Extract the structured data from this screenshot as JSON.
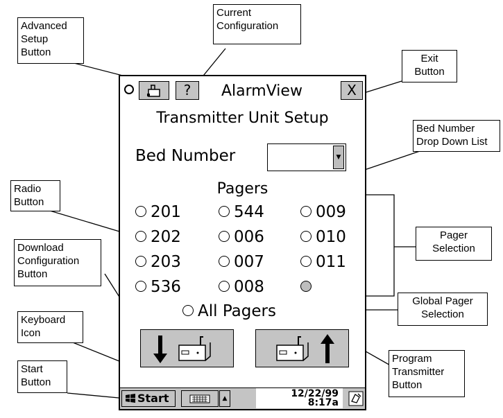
{
  "callouts": {
    "advanced_setup": [
      "Advanced",
      "Setup",
      "Button"
    ],
    "current_config": [
      "Current",
      "Configuration"
    ],
    "exit": [
      "Exit",
      "Button"
    ],
    "bed_number_list": [
      "Bed Number",
      "Drop Down List"
    ],
    "radio_button": [
      "Radio",
      "Button"
    ],
    "download_config": [
      "Download",
      "Configuration",
      "Button"
    ],
    "pager_selection": [
      "Pager",
      "Selection"
    ],
    "global_pager": [
      "Global Pager",
      "Selection"
    ],
    "keyboard_icon": [
      "Keyboard",
      "Icon"
    ],
    "start_button": [
      "Start",
      "Button"
    ],
    "program_transmitter": [
      "Program",
      "Transmitter",
      "Button"
    ]
  },
  "app": {
    "title": "AlarmView",
    "help_label": "?",
    "exit_label": "X",
    "setup_title": "Transmitter Unit Setup",
    "bed_label": "Bed Number",
    "bed_value": "",
    "pagers_title": "Pagers",
    "pagers_col1": [
      "201",
      "202",
      "203",
      "536"
    ],
    "pagers_col2": [
      "544",
      "006",
      "007",
      "008"
    ],
    "pagers_col3": [
      "009",
      "010",
      "011"
    ],
    "all_pagers": "All Pagers"
  },
  "taskbar": {
    "start_label": "Start",
    "date": "12/22/99",
    "time": "8:17a"
  }
}
